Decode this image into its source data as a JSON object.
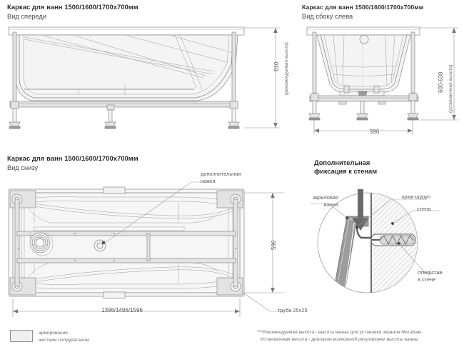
{
  "document": {
    "kind": "technical-drawing",
    "subject": "Каркас для ванн"
  },
  "views": {
    "front": {
      "title": "Каркас для ванн 1500/1600/1700х700мм",
      "subtitle": "Вид спереди",
      "dim_height_value": "610",
      "dim_height_note": "(рекомендуемая высота)"
    },
    "side": {
      "title": "Каркас для ванн 1500/1600/1700х700мм",
      "subtitle": "Вид сбоку слева",
      "dim_height_value": "600-630",
      "dim_height_note": "(установочная высота)",
      "dim_width_value": "596"
    },
    "bottom": {
      "title": "Каркас для ванн 1500/1600/1700х700мм",
      "subtitle": "Вид снизу",
      "callout_extra_leg_line1": "дополнительная",
      "callout_extra_leg_line2": "ножка",
      "dim_width_value": "596",
      "dim_length_value": "1396/1496/1596",
      "callout_pipe": "труба 25х25"
    },
    "wall_fixation": {
      "title_line1": "Дополнительная",
      "title_line2": "фиксация к стенам",
      "callout_tub_line1": "акриловая",
      "callout_tub_line2": "ванна",
      "callout_hook": "крюк-шуруп",
      "callout_wall": "стена",
      "callout_hole_line1": "отверстие",
      "callout_hole_line2": "в стене"
    }
  },
  "legend": {
    "swatch_label_line1": "- армирование",
    "swatch_label_line2": "жестким полиуретаном"
  },
  "notes": {
    "line1": "***Рекомендуемая высота - высота ванны для установки экранов МетаКам",
    "line2": "Установочная высота - диапазон возможной регулировки высоты ванны"
  },
  "colors": {
    "line": "#7d7d7d",
    "fill_light": "#f2f2f2",
    "fill_mid": "#e3e3e3",
    "fill_dark": "#9c9c9c",
    "text": "#5b5b5b"
  }
}
